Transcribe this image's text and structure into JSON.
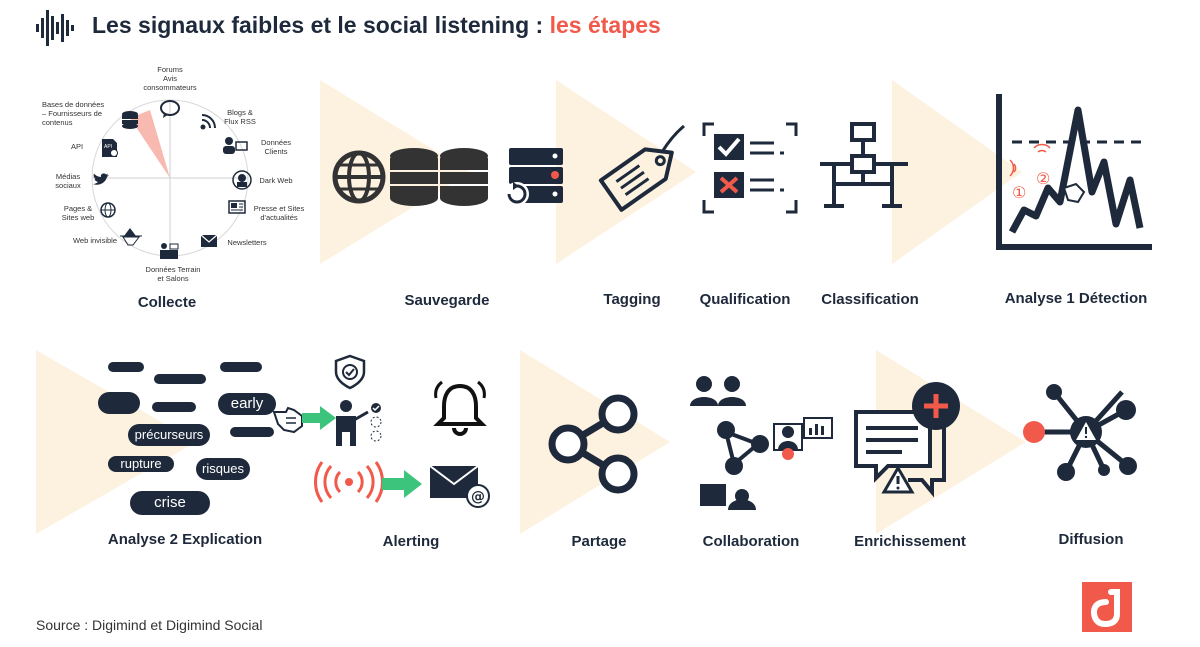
{
  "title": {
    "main": "Les signaux faibles et le social listening : ",
    "accent": "les étapes"
  },
  "collecte": {
    "sources": {
      "forums": "Forums\nAvis\nconsommateurs",
      "blogs": "Blogs &\nFlux RSS",
      "donnees_clients": "Données\nClients",
      "dark_web": "Dark Web",
      "presse": "Presse et Sites\nd'actualités",
      "newsletters": "Newsletters",
      "terrain": "Données Terrain\net Salons",
      "web_invisible": "Web invisible",
      "pages_sites": "Pages &\nSites web",
      "medias_sociaux": "Médias\nsociaux",
      "api": "API",
      "bases": "Bases de données\n– Fournisseurs de\ncontenus"
    }
  },
  "steps_row1": [
    {
      "label": "Collecte"
    },
    {
      "label": "Sauvegarde"
    },
    {
      "label": "Tagging"
    },
    {
      "label": "Qualification"
    },
    {
      "label": "Classification"
    },
    {
      "label": "Analyse 1 Détection"
    }
  ],
  "steps_row2": [
    {
      "label": "Analyse 2 Explication"
    },
    {
      "label": "Alerting"
    },
    {
      "label": "Partage"
    },
    {
      "label": "Collaboration"
    },
    {
      "label": "Enrichissement"
    },
    {
      "label": "Diffusion"
    }
  ],
  "detection_markers": [
    "①",
    "②"
  ],
  "words": {
    "early": "early",
    "precurseurs": "précurseurs",
    "rupture": "rupture",
    "risques": "risques",
    "crise": "crise",
    "api_badge": "API"
  },
  "source": "Source : Digimind et Digimind Social",
  "colors": {
    "navy": "#1e2a3b",
    "accent": "#f15a4a",
    "triangle": "#fdf1e0",
    "green": "#3cc47c"
  }
}
